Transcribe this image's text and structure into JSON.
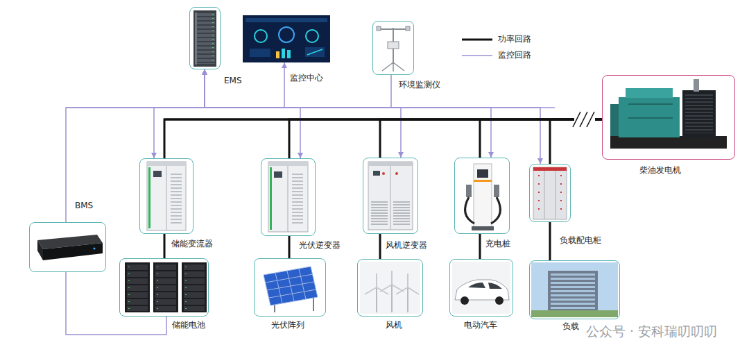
{
  "diagram": {
    "nodes": [
      {
        "text": [
          "EMS"
        ]
      },
      {
        "text": [
          "监控中心"
        ]
      },
      {
        "text": [
          "环境监测仪"
        ]
      },
      {
        "text": [
          "储能变流器"
        ]
      },
      {
        "text": [
          "光伏逆变器"
        ]
      },
      {
        "text": [
          "风机逆变器"
        ]
      },
      {
        "text": [
          "充电桩"
        ]
      },
      {
        "text": [
          "负载配电柜"
        ]
      },
      {
        "text": [
          "柴油发电机"
        ]
      },
      {
        "text": [
          "BMS"
        ]
      },
      {
        "text": [
          "储能电池"
        ]
      },
      {
        "text": [
          "光伏阵列"
        ]
      },
      {
        "text": [
          "风机"
        ]
      },
      {
        "text": [
          "电动汽车"
        ]
      },
      {
        "text": [
          "负载"
        ]
      }
    ],
    "edges": [
      {
        "from": 0,
        "to": 1,
        "arrow": "both"
      },
      {
        "from": 2,
        "to": 0,
        "arrow": "to"
      },
      {
        "from": 0,
        "to": 3,
        "arrow": "both"
      },
      {
        "from": 0,
        "to": 4,
        "arrow": "both"
      },
      {
        "from": 0,
        "to": 5,
        "arrow": "both"
      },
      {
        "from": 0,
        "to": 6,
        "arrow": "both"
      },
      {
        "from": 0,
        "to": 7,
        "arrow": "to"
      },
      {
        "from": 9,
        "to": 0,
        "arrow": "to"
      },
      {
        "from": 8,
        "to": 3,
        "arrow": "none"
      },
      {
        "from": 8,
        "to": 4,
        "arrow": "none"
      },
      {
        "from": 8,
        "to": 5,
        "arrow": "none"
      },
      {
        "from": 8,
        "to": 6,
        "arrow": "none"
      },
      {
        "from": 8,
        "to": 7,
        "arrow": "none"
      },
      {
        "from": 3,
        "to": 10,
        "arrow": "none"
      },
      {
        "from": 4,
        "to": 11,
        "arrow": "none"
      },
      {
        "from": 5,
        "to": 12,
        "arrow": "none"
      },
      {
        "from": 6,
        "to": 13,
        "arrow": "none"
      },
      {
        "from": 7,
        "to": 14,
        "arrow": "none"
      },
      {
        "from": 9,
        "to": 10,
        "arrow": "none"
      }
    ],
    "labels": [
      "公众号 · 安科瑞叨叨叨"
    ],
    "legend": [
      {
        "text": "功率回路"
      },
      {
        "text": "监控回路"
      }
    ]
  }
}
